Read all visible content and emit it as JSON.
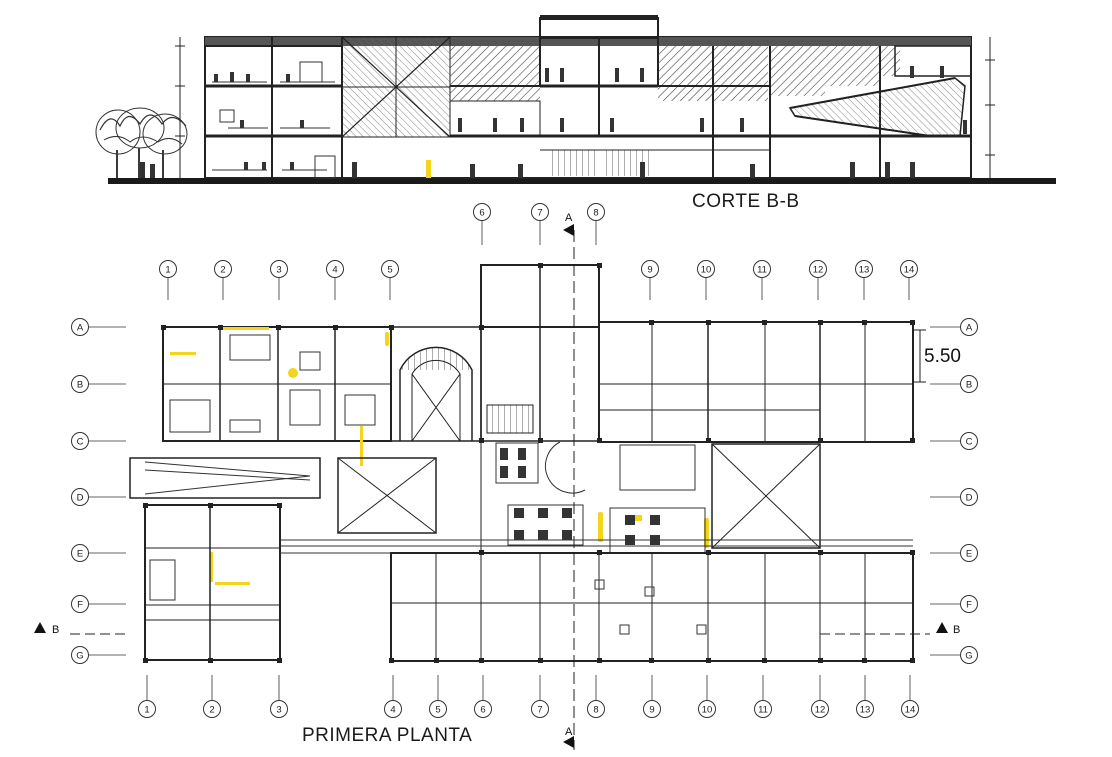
{
  "section_title": "CORTE B-B",
  "plan_title": "PRIMERA PLANTA",
  "dimension_label": "5.50",
  "cut_labels": {
    "a": "A",
    "b": "B"
  },
  "grid": {
    "top_columns": [
      "1",
      "2",
      "3",
      "4",
      "5",
      "9",
      "10",
      "11",
      "12",
      "13",
      "14"
    ],
    "top_center_columns": [
      "6",
      "7",
      "8"
    ],
    "bottom_columns": [
      "1",
      "2",
      "3",
      "4",
      "5",
      "6",
      "7",
      "8",
      "9",
      "10",
      "11",
      "12",
      "13",
      "14"
    ],
    "left_rows": [
      "A",
      "B",
      "C",
      "D",
      "E",
      "F",
      "G"
    ],
    "right_rows": [
      "A",
      "B",
      "C",
      "D",
      "E",
      "F",
      "G"
    ]
  },
  "colors": {
    "line": "#222222",
    "hatch": "#555555",
    "accent_yellow": "#f2d51c",
    "ground": "#1a1a1a",
    "tree": "#333333"
  }
}
